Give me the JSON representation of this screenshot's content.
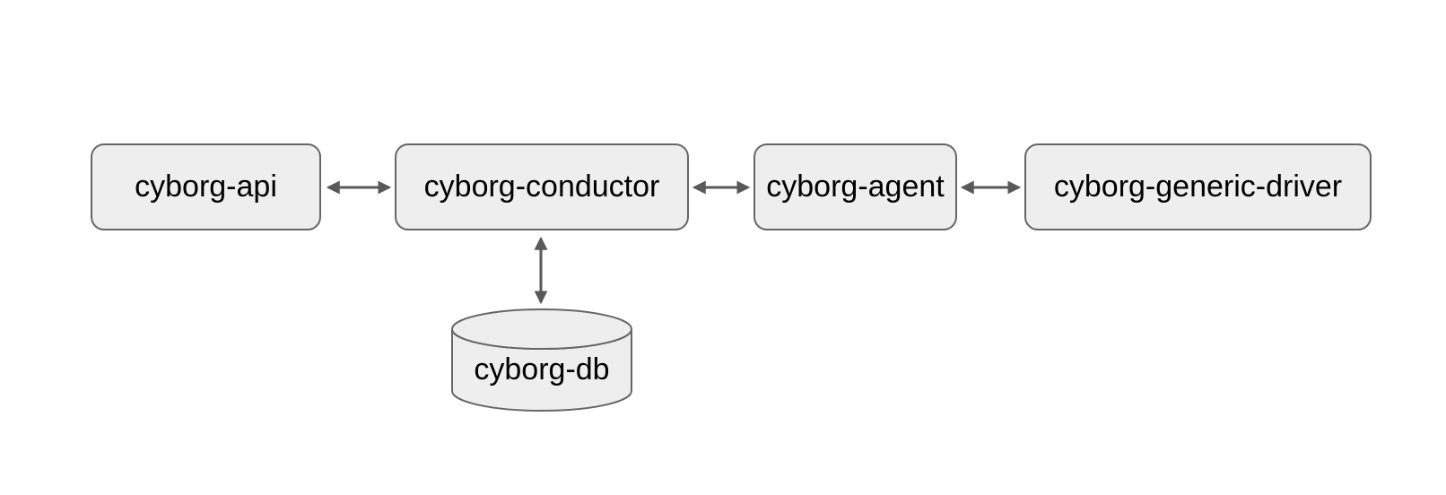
{
  "diagram": {
    "nodes": [
      {
        "id": "cyborg-api",
        "label": "cyborg-api",
        "shape": "rounded-rect"
      },
      {
        "id": "cyborg-conductor",
        "label": "cyborg-conductor",
        "shape": "rounded-rect"
      },
      {
        "id": "cyborg-agent",
        "label": "cyborg-agent",
        "shape": "rounded-rect"
      },
      {
        "id": "cyborg-generic-driver",
        "label": "cyborg-generic-driver",
        "shape": "rounded-rect"
      },
      {
        "id": "cyborg-db",
        "label": "cyborg-db",
        "shape": "cylinder"
      }
    ],
    "edges": [
      {
        "from": "cyborg-api",
        "to": "cyborg-conductor",
        "type": "bidirectional"
      },
      {
        "from": "cyborg-conductor",
        "to": "cyborg-agent",
        "type": "bidirectional"
      },
      {
        "from": "cyborg-agent",
        "to": "cyborg-generic-driver",
        "type": "bidirectional"
      },
      {
        "from": "cyborg-conductor",
        "to": "cyborg-db",
        "type": "bidirectional"
      }
    ],
    "colors": {
      "background": "#ffffff",
      "node_fill": "#eeeeee",
      "node_border": "#666666",
      "arrow": "#595959",
      "text": "#000000"
    }
  }
}
